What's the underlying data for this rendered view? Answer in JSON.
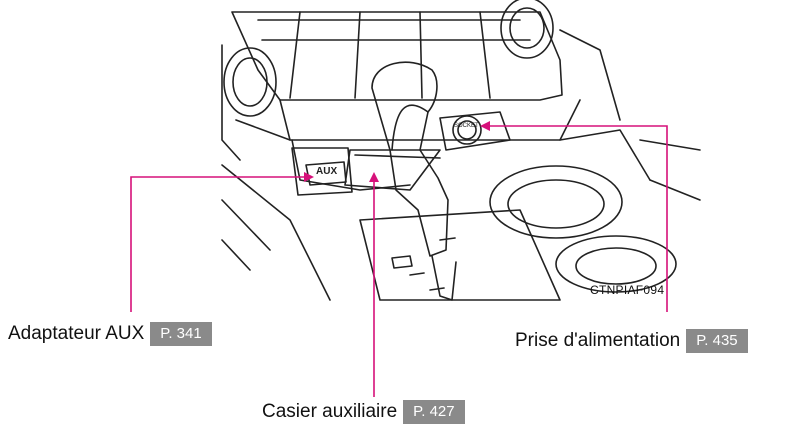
{
  "figure": {
    "code": "CTNPIAF094",
    "aux_port_text": "AUX",
    "socket_text": "SOCKET",
    "line_color": "#d6117a",
    "drawing_color": "#222222",
    "badge_bg": "#8a8a8a",
    "badge_text_color": "#ffffff"
  },
  "callouts": [
    {
      "id": "aux",
      "label": "Adaptateur AUX",
      "page": "P. 341"
    },
    {
      "id": "storage",
      "label": "Casier auxiliaire",
      "page": "P. 427"
    },
    {
      "id": "power",
      "label": "Prise d'alimentation",
      "page": "P. 435"
    }
  ]
}
